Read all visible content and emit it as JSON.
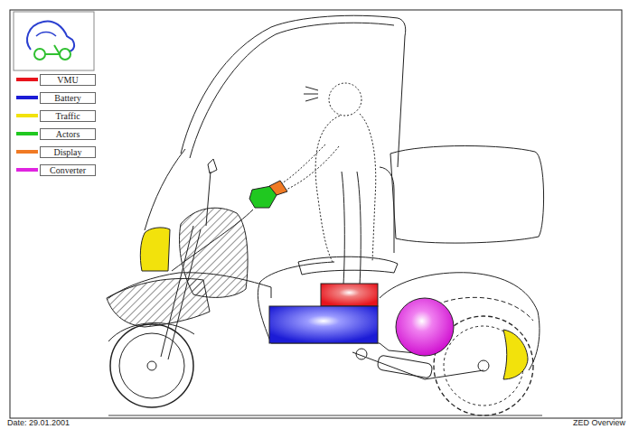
{
  "diagram": {
    "labels": [
      "Date: 29.01.2001",
      "ZED Overview"
    ],
    "legend": [
      {
        "text": "VMU",
        "color": "#e8141c"
      },
      {
        "text": "Battery",
        "color": "#1c1cd6"
      },
      {
        "text": "Traffic",
        "color": "#f2e20c"
      },
      {
        "text": "Actors",
        "color": "#20c820"
      },
      {
        "text": "Display",
        "color": "#f07a24"
      },
      {
        "text": "Converter",
        "color": "#e024e0"
      }
    ]
  }
}
